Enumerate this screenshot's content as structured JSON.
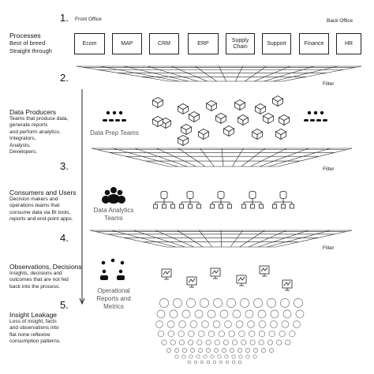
{
  "header": {
    "front_office": "Front Office",
    "back_office": "Back Office"
  },
  "sections": [
    {
      "number": "1.",
      "heading": "Processes",
      "body": "Best of breed\nStraight through"
    },
    {
      "number": "2.",
      "heading": "Data Producers",
      "body": "Teams that produce data,\ngenerate reports\nand perform analytics.\nIntegrators,\nAnalysts,\nDevelopers."
    },
    {
      "number": "3.",
      "heading": "Consumers and Users",
      "body": "Decision makers and\noperations teams that\nconsume data via BI tools,\nreports and end-point apps."
    },
    {
      "number": "4.",
      "heading": "Observations, Decisions",
      "body": "Insights, decisions and\noutcomes that are not fed\nback into the process."
    },
    {
      "number": "5.",
      "heading": "Insight Leakage",
      "body": "Loss of insight, facts\nand observations into\nflat none reflexive\nconsumption patterns."
    }
  ],
  "processes": [
    "Ecom",
    "MAP",
    "CRM",
    "ERP",
    "Supply\nChain",
    "Support",
    "Finance",
    "HR"
  ],
  "filters": [
    "Filter",
    "Filter",
    "Filter"
  ],
  "teams": {
    "data_prep": "Data Prep Teams",
    "data_analytics": "Data Analytics\nTeams",
    "operational": "Operational\nReports and\nMetrics"
  },
  "icons": {
    "people_group": "people-group-icon",
    "cube": "cube-icon",
    "database_tree": "database-hierarchy-icon",
    "report_chart": "report-chart-icon",
    "insight_circle": "circle-icon"
  },
  "colors": {
    "ink": "#222222",
    "grey_text": "#555555",
    "circle_stroke": "#777777"
  }
}
